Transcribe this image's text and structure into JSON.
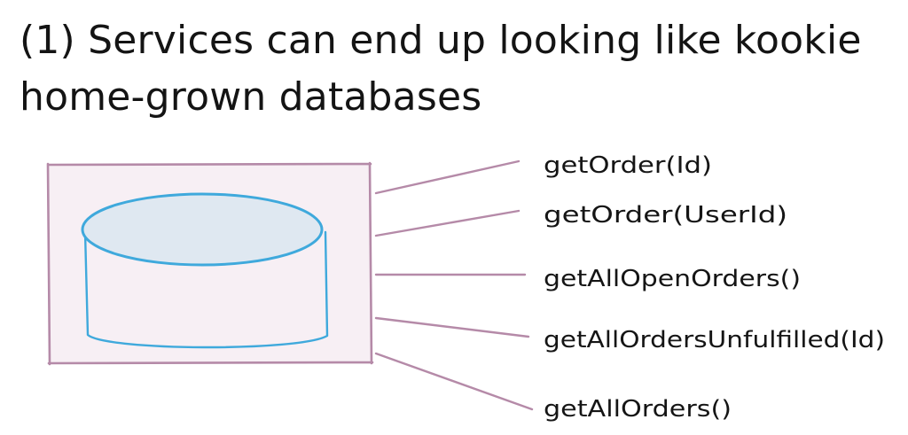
{
  "title": {
    "line1": "(1) Services can end up looking like kookie",
    "line2": "home-grown databases"
  },
  "methods": [
    "getOrder(Id)",
    "getOrder(UserId)",
    "getAllOpenOrders()",
    "getAllOrdersUnfulfilled(Id)",
    "getAllOrders()"
  ],
  "colors": {
    "service_box_stroke": "#b58aa8",
    "service_box_fill": "#f7eff4",
    "database_stroke": "#3fa9dc",
    "database_top_fill": "#dfe8f1",
    "connector_line": "#b58aa8",
    "text": "#151515"
  }
}
